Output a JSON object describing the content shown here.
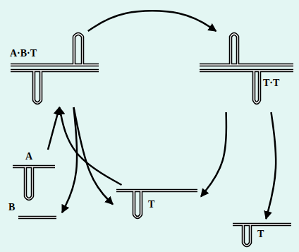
{
  "diagram": {
    "nodes": [
      {
        "text": [
          "A·B·T"
        ]
      },
      {
        "text": [
          "T·T"
        ]
      },
      {
        "text": [
          "A",
          "B"
        ]
      },
      {
        "text": [
          "T"
        ]
      },
      {
        "text": [
          "T"
        ]
      }
    ],
    "edges": [
      {
        "from": 0,
        "to": 1,
        "arrow": "to"
      },
      {
        "from": 1,
        "to": 3,
        "arrow": "to"
      },
      {
        "from": 1,
        "to": 4,
        "arrow": "to"
      },
      {
        "from": 3,
        "to": 0,
        "arrow": "to"
      },
      {
        "from": 0,
        "to": 3,
        "arrow": "to"
      },
      {
        "from": 2,
        "to": 0,
        "arrow": "to"
      },
      {
        "from": 0,
        "to": 2,
        "arrow": "to"
      }
    ]
  }
}
